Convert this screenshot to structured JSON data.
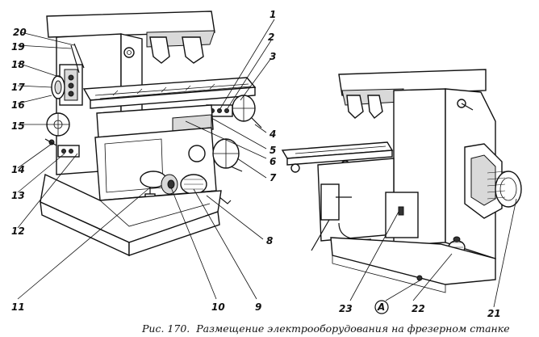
{
  "figure": {
    "caption_prefix": "Рис. 170.",
    "caption_text": "Размещение электрооборудования на фрезерном станке"
  },
  "callouts": [
    {
      "id": "1",
      "label": "1"
    },
    {
      "id": "2",
      "label": "2"
    },
    {
      "id": "3",
      "label": "3"
    },
    {
      "id": "4",
      "label": "4"
    },
    {
      "id": "5",
      "label": "5"
    },
    {
      "id": "6",
      "label": "6"
    },
    {
      "id": "7",
      "label": "7"
    },
    {
      "id": "8",
      "label": "8"
    },
    {
      "id": "9",
      "label": "9"
    },
    {
      "id": "10",
      "label": "10"
    },
    {
      "id": "11",
      "label": "11"
    },
    {
      "id": "12",
      "label": "12"
    },
    {
      "id": "13",
      "label": "13"
    },
    {
      "id": "14",
      "label": "14"
    },
    {
      "id": "15",
      "label": "15"
    },
    {
      "id": "16",
      "label": "16"
    },
    {
      "id": "17",
      "label": "17"
    },
    {
      "id": "18",
      "label": "18"
    },
    {
      "id": "19",
      "label": "19"
    },
    {
      "id": "20",
      "label": "20"
    },
    {
      "id": "21",
      "label": "21"
    },
    {
      "id": "22",
      "label": "22"
    },
    {
      "id": "23",
      "label": "23"
    },
    {
      "id": "A",
      "label": "А"
    }
  ]
}
